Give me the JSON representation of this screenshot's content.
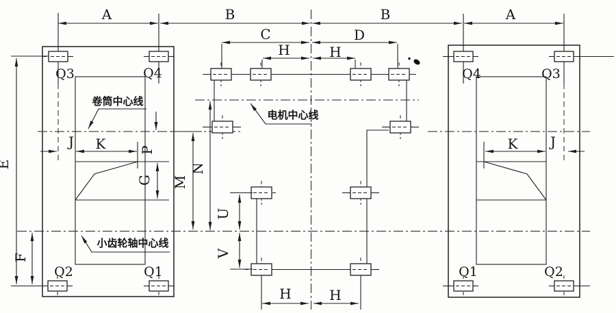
{
  "drawing": {
    "colors": {
      "ink": "#1e1e1e",
      "paper": "#fdfdfb"
    },
    "dims": {
      "a_left": "A",
      "b_left": "B",
      "b_right": "B",
      "a_right": "A",
      "c": "C",
      "d": "D",
      "h_top_left": "H",
      "h_top_right": "H",
      "h_bottom_left": "H",
      "h_bottom_right": "H",
      "e": "E",
      "f": "F",
      "g": "G",
      "j_left": "J",
      "j_right": "J",
      "k_left": "K",
      "k_right": "K",
      "m": "M",
      "n": "N",
      "p": "P",
      "u": "U",
      "v": "V"
    },
    "bolt_labels": {
      "left_q3": "Q3",
      "left_q4": "Q4",
      "left_q2": "Q2",
      "left_q1": "Q1",
      "right_q4": "Q4",
      "right_q3": "Q3",
      "right_q1": "Q1",
      "right_q2": "Q2"
    },
    "annotations": {
      "drum_centerline": "卷筒中心线",
      "motor_centerline": "电机中心线",
      "pinion_centerline": "小齿轮轴中心线"
    }
  }
}
